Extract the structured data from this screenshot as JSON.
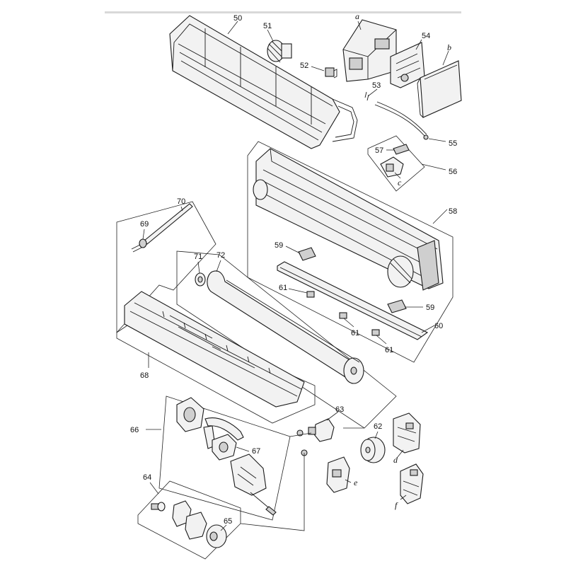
{
  "diagram": {
    "labels": [
      {
        "id": "l50",
        "text": "50"
      },
      {
        "id": "l51",
        "text": "51"
      },
      {
        "id": "la",
        "text": "a"
      },
      {
        "id": "l52",
        "text": "52"
      },
      {
        "id": "l53",
        "text": "53"
      },
      {
        "id": "l54",
        "text": "54"
      },
      {
        "id": "lb",
        "text": "b"
      },
      {
        "id": "l55",
        "text": "55"
      },
      {
        "id": "l56",
        "text": "56"
      },
      {
        "id": "l57",
        "text": "57"
      },
      {
        "id": "lc",
        "text": "c"
      },
      {
        "id": "l58",
        "text": "58"
      },
      {
        "id": "l70",
        "text": "70"
      },
      {
        "id": "l69",
        "text": "69"
      },
      {
        "id": "l71",
        "text": "71"
      },
      {
        "id": "l72",
        "text": "72"
      },
      {
        "id": "l59a",
        "text": "59"
      },
      {
        "id": "l59b",
        "text": "59"
      },
      {
        "id": "l61a",
        "text": "61"
      },
      {
        "id": "l61b",
        "text": "61"
      },
      {
        "id": "l61c",
        "text": "61"
      },
      {
        "id": "l60",
        "text": "60"
      },
      {
        "id": "l68",
        "text": "68"
      },
      {
        "id": "l63",
        "text": "63"
      },
      {
        "id": "l62",
        "text": "62"
      },
      {
        "id": "ld",
        "text": "d"
      },
      {
        "id": "l66",
        "text": "66"
      },
      {
        "id": "l67",
        "text": "67"
      },
      {
        "id": "le",
        "text": "e"
      },
      {
        "id": "lf",
        "text": "f"
      },
      {
        "id": "l64",
        "text": "64"
      },
      {
        "id": "l65",
        "text": "65"
      }
    ]
  }
}
